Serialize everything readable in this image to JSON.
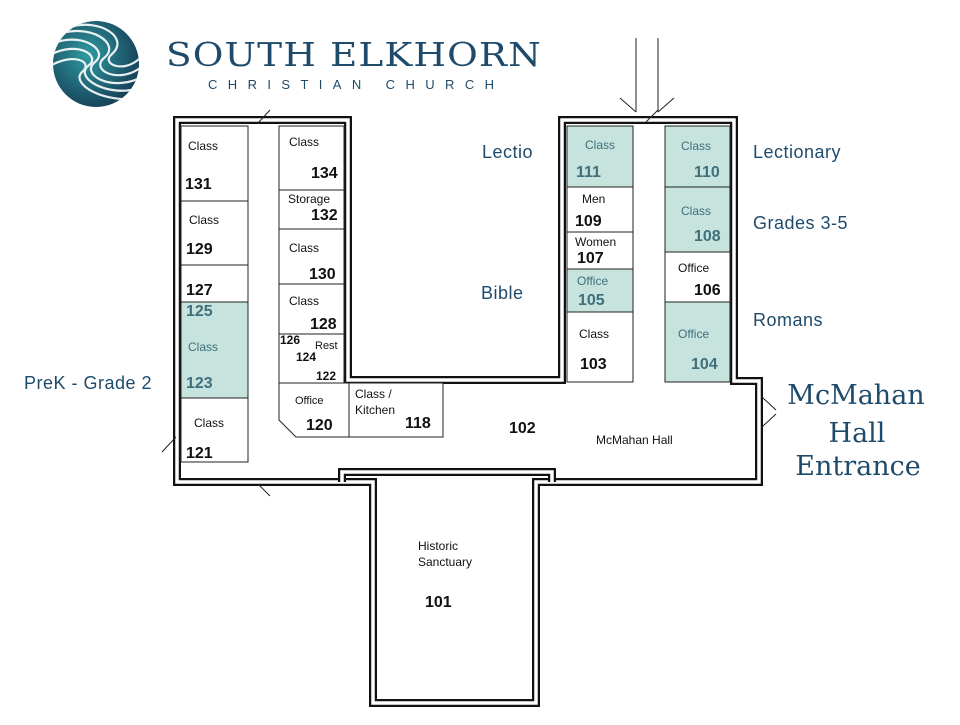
{
  "header": {
    "brand_line1": "SOUTH ELKHORN",
    "brand_line2": "CHRISTIAN CHURCH",
    "logo_icon": "swirl-logo-icon",
    "brand_color": "#1f4b6b",
    "accent_color": "#c7e3de"
  },
  "legend": {
    "lectio": "Lectio",
    "bible": "Bible",
    "lectionary": "Lectionary",
    "grades_3_5": "Grades 3-5",
    "romans": "Romans",
    "prek_grade2": "PreK - Grade 2",
    "entrance_line1": "McMahan",
    "entrance_line2": "Hall",
    "entrance_line3": "Entrance"
  },
  "rooms": {
    "r131": {
      "type": "Class",
      "number": "131"
    },
    "r129": {
      "type": "Class",
      "number": "129"
    },
    "r127": {
      "number": "127"
    },
    "r125": {
      "number": "125"
    },
    "r123": {
      "type": "Class",
      "number": "123"
    },
    "r121": {
      "type": "Class",
      "number": "121"
    },
    "r134": {
      "type": "Class",
      "number": "134"
    },
    "r132": {
      "type": "Storage",
      "number": "132"
    },
    "r130": {
      "type": "Class",
      "number": "130"
    },
    "r128": {
      "type": "Class",
      "number": "128"
    },
    "r126": {
      "number": "126"
    },
    "r124": {
      "number": "124"
    },
    "r122": {
      "number": "122"
    },
    "rest": {
      "type": "Rest"
    },
    "r120": {
      "type": "Office",
      "number": "120"
    },
    "r118": {
      "type_line1": "Class /",
      "type_line2": "Kitchen",
      "number": "118"
    },
    "r102": {
      "number": "102",
      "name": "McMahan Hall"
    },
    "r111": {
      "type": "Class",
      "number": "111"
    },
    "r109": {
      "type": "Men",
      "number": "109"
    },
    "r107": {
      "type": "Women",
      "number": "107"
    },
    "r105": {
      "type": "Office",
      "number": "105"
    },
    "r103": {
      "type": "Class",
      "number": "103"
    },
    "r110": {
      "type": "Class",
      "number": "110"
    },
    "r108": {
      "type": "Class",
      "number": "108"
    },
    "r106": {
      "type": "Office",
      "number": "106"
    },
    "r104": {
      "type": "Office",
      "number": "104"
    },
    "r101": {
      "name_line1": "Historic",
      "name_line2": "Sanctuary",
      "number": "101"
    }
  }
}
